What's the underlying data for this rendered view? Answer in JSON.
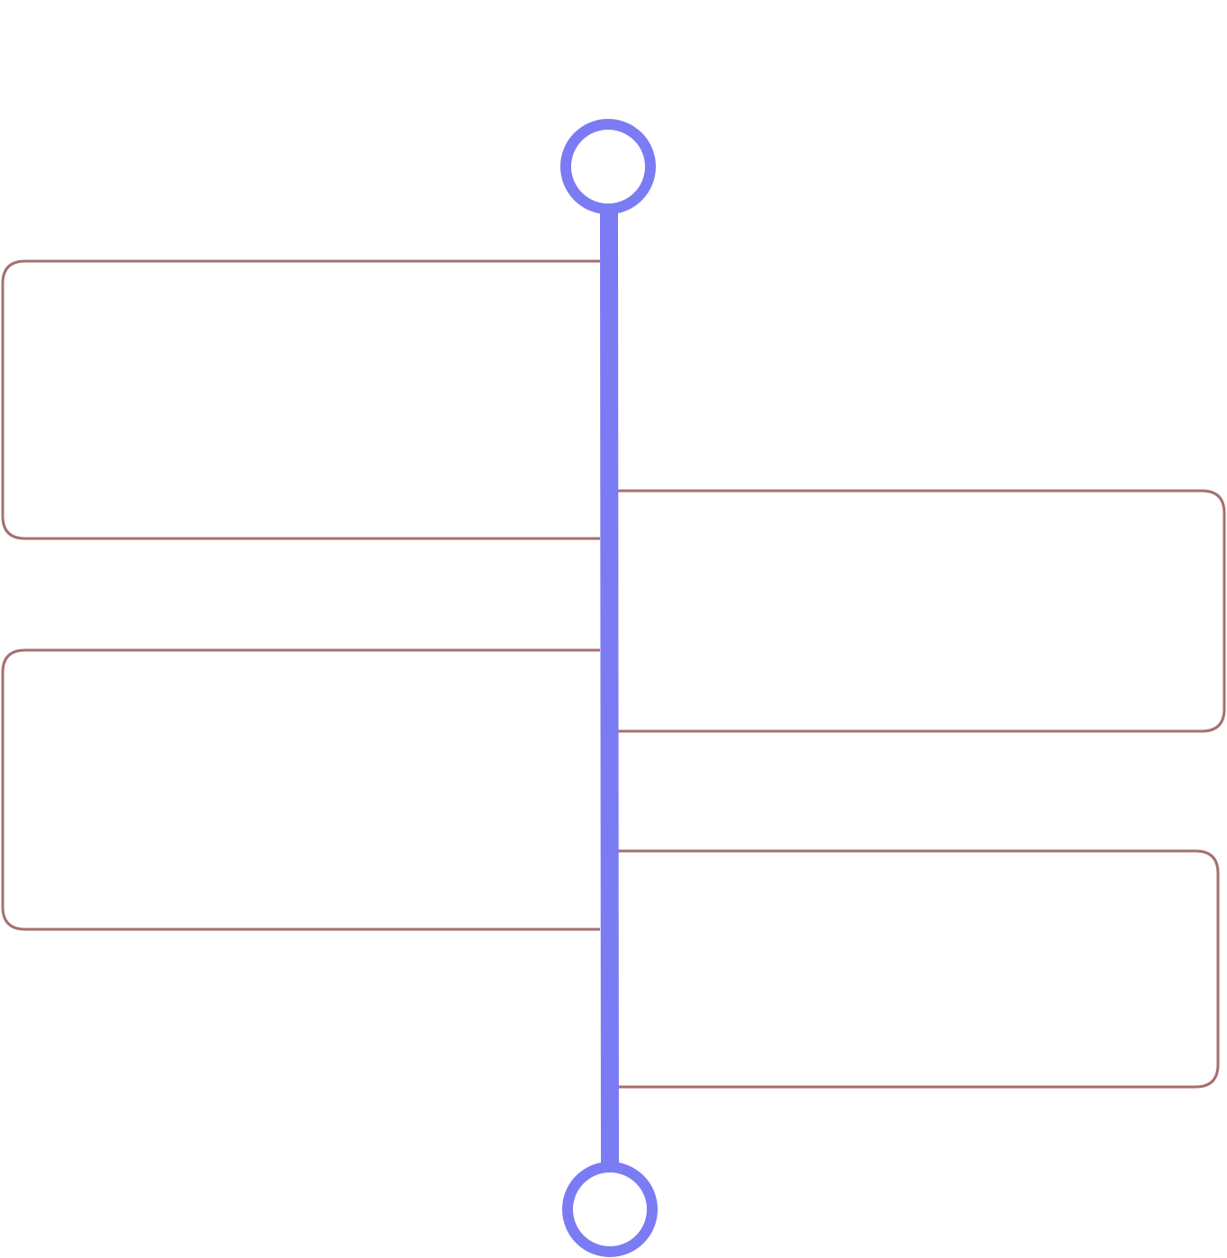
{
  "colors": {
    "timeline": "#7b7bf3",
    "box_border": "#a67070",
    "background": "#ffffff"
  },
  "timeline": {
    "start_node_icon": "circle-node",
    "end_node_icon": "circle-node",
    "entries": [
      {
        "side": "left",
        "text": ""
      },
      {
        "side": "right",
        "text": ""
      },
      {
        "side": "left",
        "text": ""
      },
      {
        "side": "right",
        "text": ""
      }
    ]
  }
}
